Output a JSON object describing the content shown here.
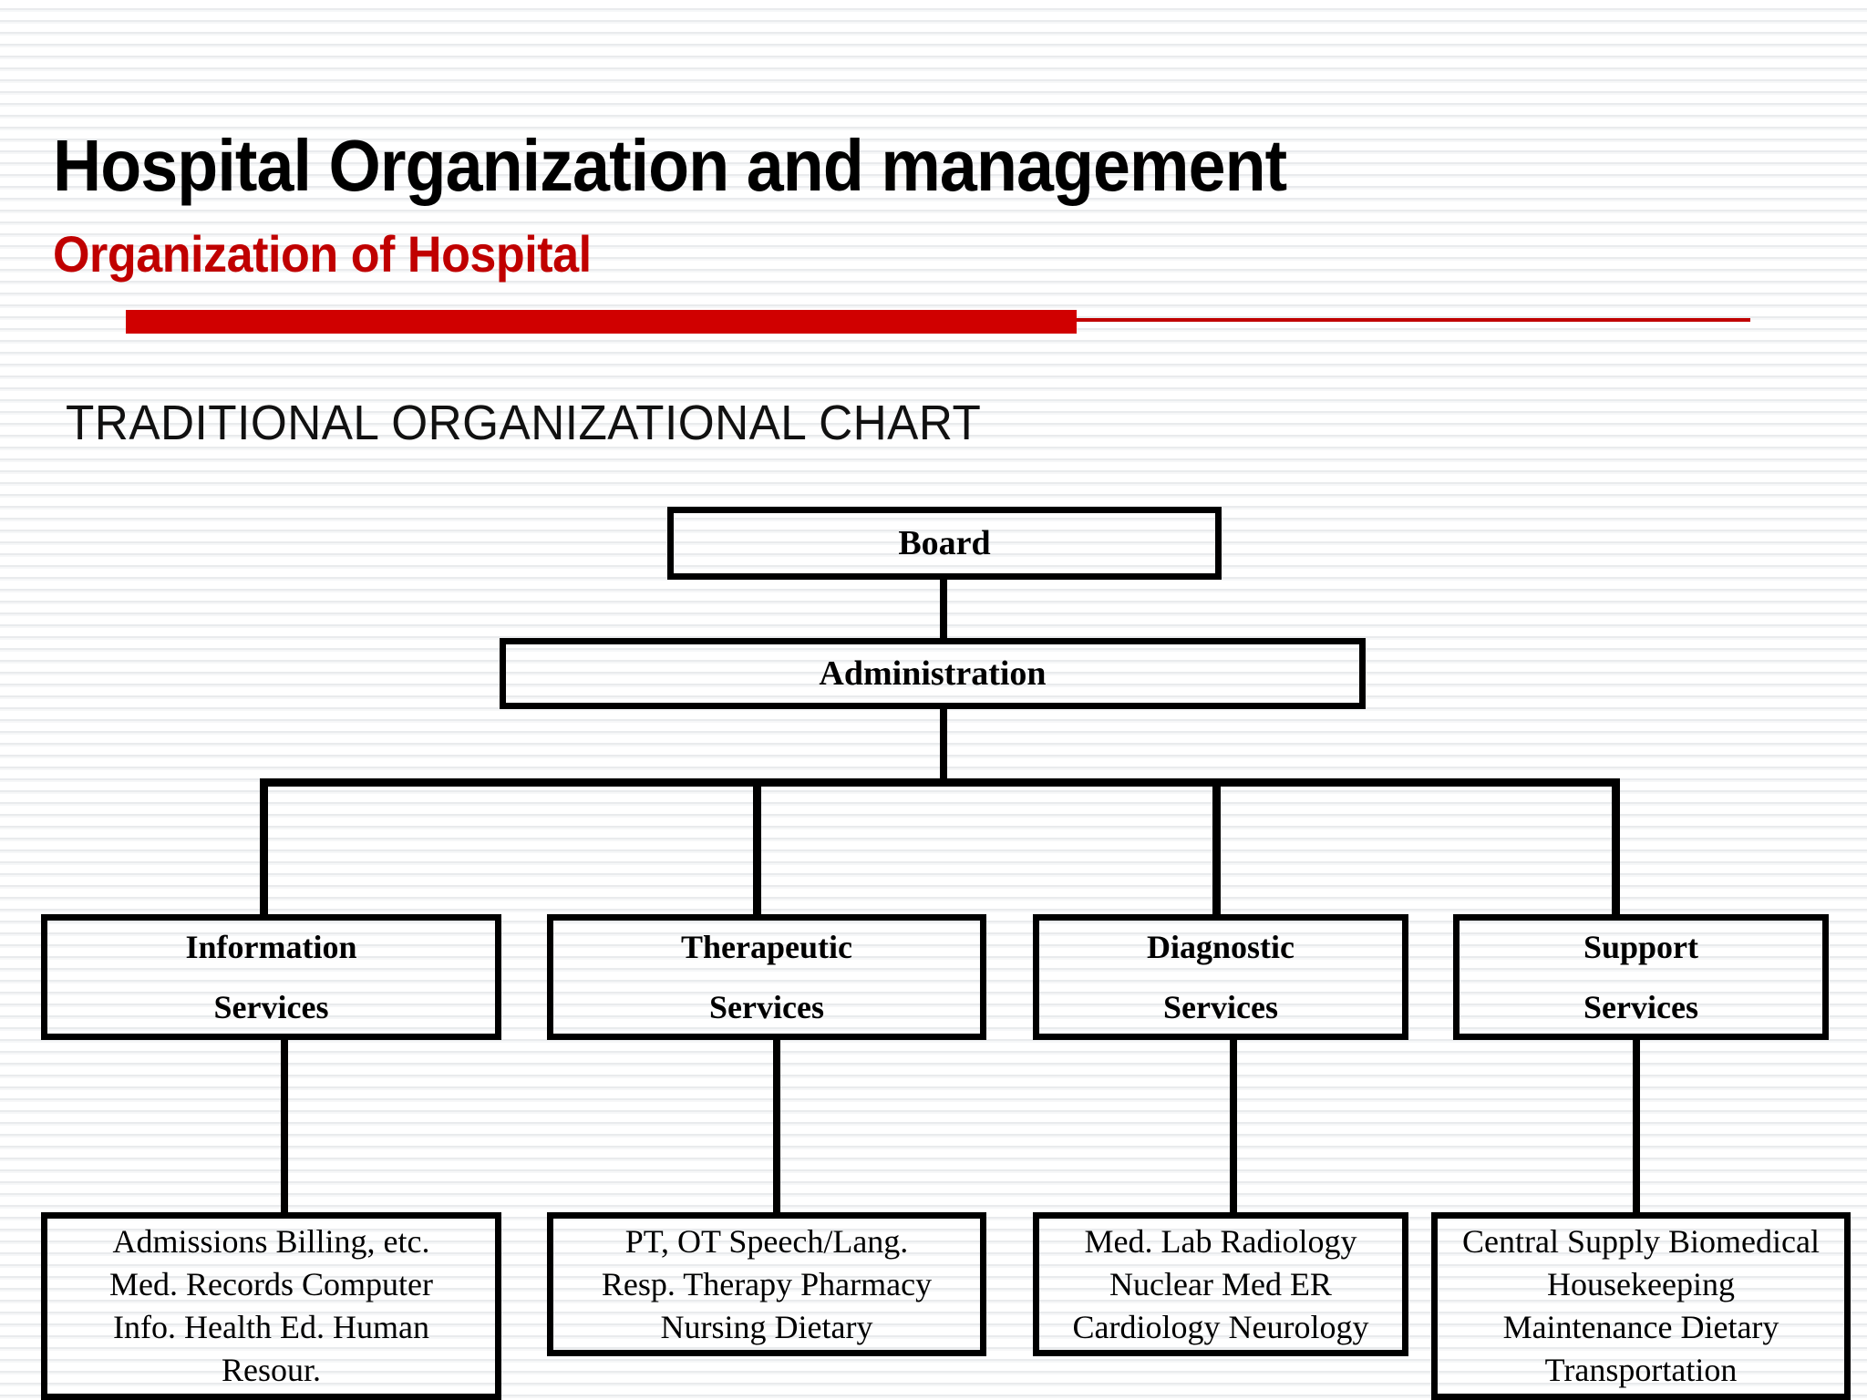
{
  "slide": {
    "title": "Hospital Organization and management",
    "subtitle": "Organization of Hospital",
    "section_heading": "TRADITIONAL ORGANIZATIONAL CHART",
    "accent_color": "#c00000",
    "bar_color": "#d00000",
    "text_color": "#000000",
    "background": "#ffffff"
  },
  "chart_data": {
    "type": "diagram",
    "title": "TRADITIONAL ORGANIZATIONAL CHART",
    "layout": "top-down hierarchy",
    "nodes": {
      "board": {
        "label": "Board"
      },
      "administration": {
        "label": "Administration"
      },
      "information": {
        "line1": "Information",
        "line2": "Services",
        "details": [
          "Admissions Billing, etc.",
          "Med. Records Computer",
          "Info. Health Ed. Human",
          "Resour."
        ]
      },
      "therapeutic": {
        "line1": "Therapeutic",
        "line2": "Services",
        "details": [
          "PT, OT Speech/Lang.",
          "Resp. Therapy  Pharmacy",
          "Nursing  Dietary"
        ]
      },
      "diagnostic": {
        "line1": "Diagnostic",
        "line2": "Services",
        "details": [
          "Med. Lab  Radiology",
          "Nuclear Med  ER",
          "Cardiology Neurology"
        ]
      },
      "support": {
        "line1": "Support",
        "line2": "Services",
        "details": [
          "Central Supply Biomedical",
          "Housekeeping",
          "Maintenance Dietary",
          "Transportation"
        ]
      }
    },
    "edges": [
      {
        "from": "board",
        "to": "administration"
      },
      {
        "from": "administration",
        "to": "information"
      },
      {
        "from": "administration",
        "to": "therapeutic"
      },
      {
        "from": "administration",
        "to": "diagnostic"
      },
      {
        "from": "administration",
        "to": "support"
      },
      {
        "from": "information",
        "to": "information_details"
      },
      {
        "from": "therapeutic",
        "to": "therapeutic_details"
      },
      {
        "from": "diagnostic",
        "to": "diagnostic_details"
      },
      {
        "from": "support",
        "to": "support_details"
      }
    ]
  }
}
